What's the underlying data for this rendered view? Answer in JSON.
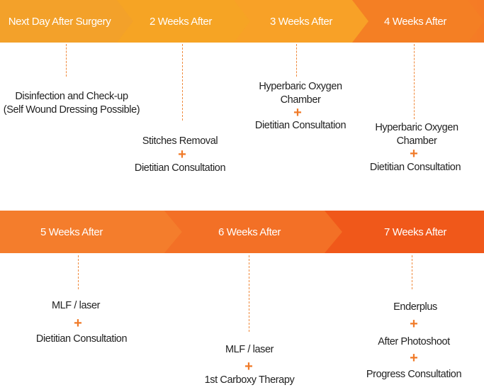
{
  "row1": {
    "stages": [
      "Next Day After Surgery",
      "2 Weeks After",
      "3 Weeks After",
      "4 Weeks After"
    ],
    "colors": [
      "#f3a12a",
      "#f6a424",
      "#f68c2a",
      "#f26f1f"
    ]
  },
  "row2": {
    "stages": [
      "5 Weeks After",
      "6 Weeks After",
      "7 Weeks After"
    ],
    "colors": [
      "#f47a2a",
      "#f36a22",
      "#ef5a17"
    ]
  },
  "notes": {
    "n1": {
      "line1": "Disinfection and Check-up",
      "line2": "(Self Wound Dressing Possible)"
    },
    "n2": {
      "a": "Stitches Removal",
      "b": "Dietitian Consultation"
    },
    "n3": {
      "a1": "Hyperbaric Oxygen",
      "a2": "Chamber",
      "b": "Dietitian Consultation"
    },
    "n4": {
      "a1": "Hyperbaric Oxygen",
      "a2": "Chamber",
      "b": "Dietitian Consultation"
    },
    "n5": {
      "a": "MLF  / laser",
      "b": "Dietitian Consultation"
    },
    "n6": {
      "a": "MLF  / laser",
      "b": "1st Carboxy Therapy"
    },
    "n7": {
      "a": "Enderplus",
      "b": "After Photoshoot",
      "c": "Progress Consultation"
    }
  },
  "plus_symbol": "+",
  "accent": "#f07a28"
}
